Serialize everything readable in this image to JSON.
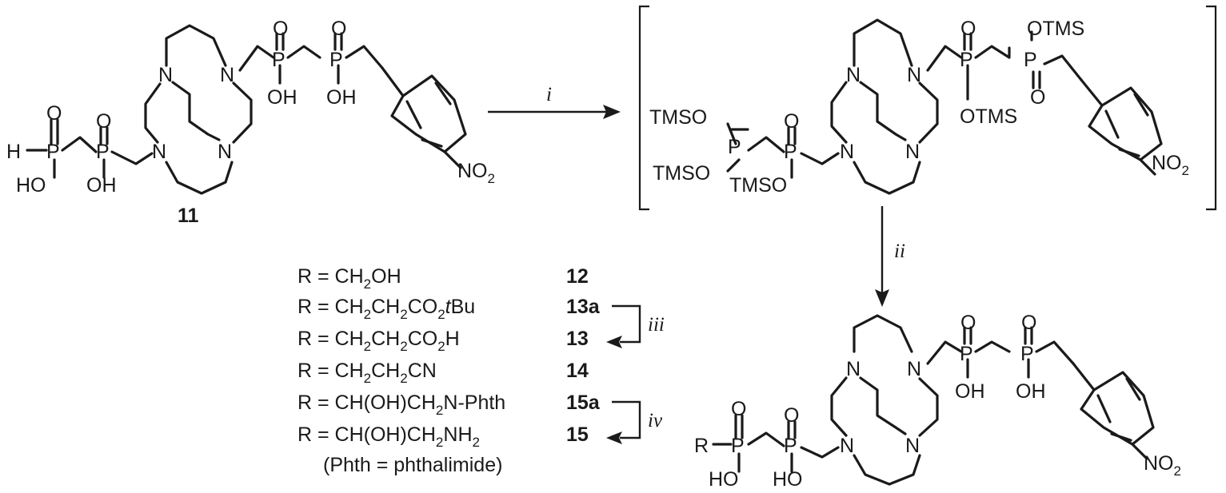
{
  "compounds": {
    "start": "11",
    "r_list": [
      {
        "lhs": "R = ",
        "formula": [
          "CH",
          {
            "sub": "2"
          },
          "OH"
        ],
        "label": "12"
      },
      {
        "lhs": "R = ",
        "formula": [
          "CH",
          {
            "sub": "2"
          },
          "CH",
          {
            "sub": "2"
          },
          "CO",
          {
            "sub": "2"
          },
          {
            "it": "t"
          },
          "Bu"
        ],
        "label": "13a"
      },
      {
        "lhs": "R = ",
        "formula": [
          "CH",
          {
            "sub": "2"
          },
          "CH",
          {
            "sub": "2"
          },
          "CO",
          {
            "sub": "2"
          },
          "H"
        ],
        "label": "13"
      },
      {
        "lhs": "R = ",
        "formula": [
          "CH",
          {
            "sub": "2"
          },
          "CH",
          {
            "sub": "2"
          },
          "CN"
        ],
        "label": "14"
      },
      {
        "lhs": "R = ",
        "formula": [
          "CH(OH)CH",
          {
            "sub": "2"
          },
          "N-Phth"
        ],
        "label": "15a"
      },
      {
        "lhs": "R = ",
        "formula": [
          "CH(OH)CH",
          {
            "sub": "2"
          },
          "NH",
          {
            "sub": "2"
          }
        ],
        "label": "15"
      }
    ],
    "footnote": "(Phth = phthalimide)"
  },
  "steps": {
    "i": "i",
    "ii": "ii",
    "iii": "iii",
    "iv": "iv"
  },
  "atoms": {
    "N": "N",
    "P": "P",
    "O": "O",
    "H": "H",
    "R": "R",
    "OH": "OH",
    "HO": "HO",
    "OTMS": "OTMS",
    "TMSO": "TMSO",
    "NO": "NO",
    "two": "2"
  }
}
